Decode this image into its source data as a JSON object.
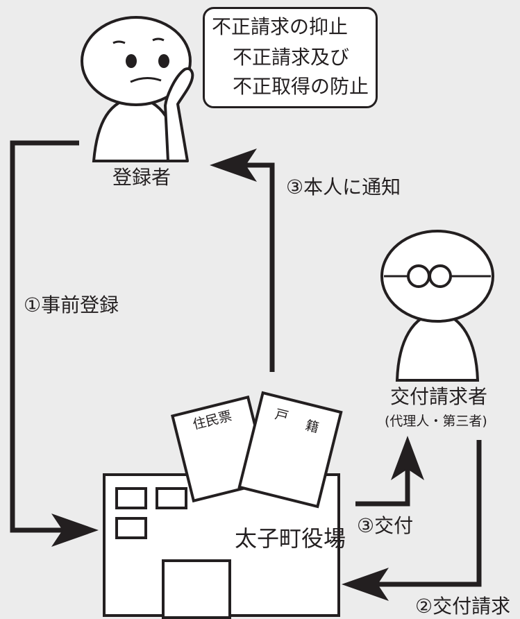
{
  "bubble": {
    "title": "不正請求の抑止",
    "line1": "不正請求及び",
    "line2": "不正取得の防止"
  },
  "registrant": {
    "label": "登録者"
  },
  "requester": {
    "label": "交付請求者",
    "sublabel": "(代理人・第三者)"
  },
  "town_hall": {
    "label": "太子町役場"
  },
  "documents": {
    "resident_card": "住民票",
    "family_register_left": "戸",
    "family_register_right": "籍"
  },
  "steps": {
    "pre_registration": "①事前登録",
    "notify_person": "③本人に通知",
    "issue": "③交付",
    "issue_request": "②交付請求"
  },
  "colors": {
    "background": "#ececec",
    "ink": "#231f20",
    "fill": "#ffffff"
  }
}
